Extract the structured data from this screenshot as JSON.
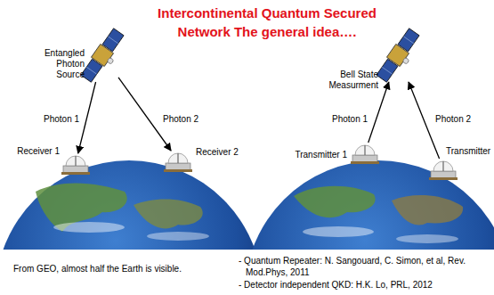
{
  "diagram": {
    "title": "Intercontinental Quantum Secured Network The general idea….",
    "nodes": [
      {
        "text": [
          "Entangled Photon Source"
        ]
      },
      {
        "text": [
          "Receiver 1"
        ]
      },
      {
        "text": [
          "Receiver 2"
        ]
      },
      {
        "text": [
          "Bell State Measurment"
        ]
      },
      {
        "text": [
          "Transmitter 1"
        ]
      },
      {
        "text": [
          "Transmitter"
        ]
      }
    ],
    "edges": [
      {
        "from": 0,
        "to": 1,
        "label": "Photon 1",
        "arrow": "to"
      },
      {
        "from": 0,
        "to": 2,
        "label": "Photon 2",
        "arrow": "to"
      },
      {
        "from": 4,
        "to": 3,
        "label": "Photon 1",
        "arrow": "to"
      },
      {
        "from": 5,
        "to": 3,
        "label": "Photon 2",
        "arrow": "to"
      }
    ],
    "labels": [
      "From GEO, almost half the Earth is visible.",
      "- Quantum Repeater: N. Sangouard, C. Simon, et al, Rev. Mod.Phys, 2011",
      "- Detector independent QKD: H.K. Lo, PRL, 2012"
    ]
  }
}
